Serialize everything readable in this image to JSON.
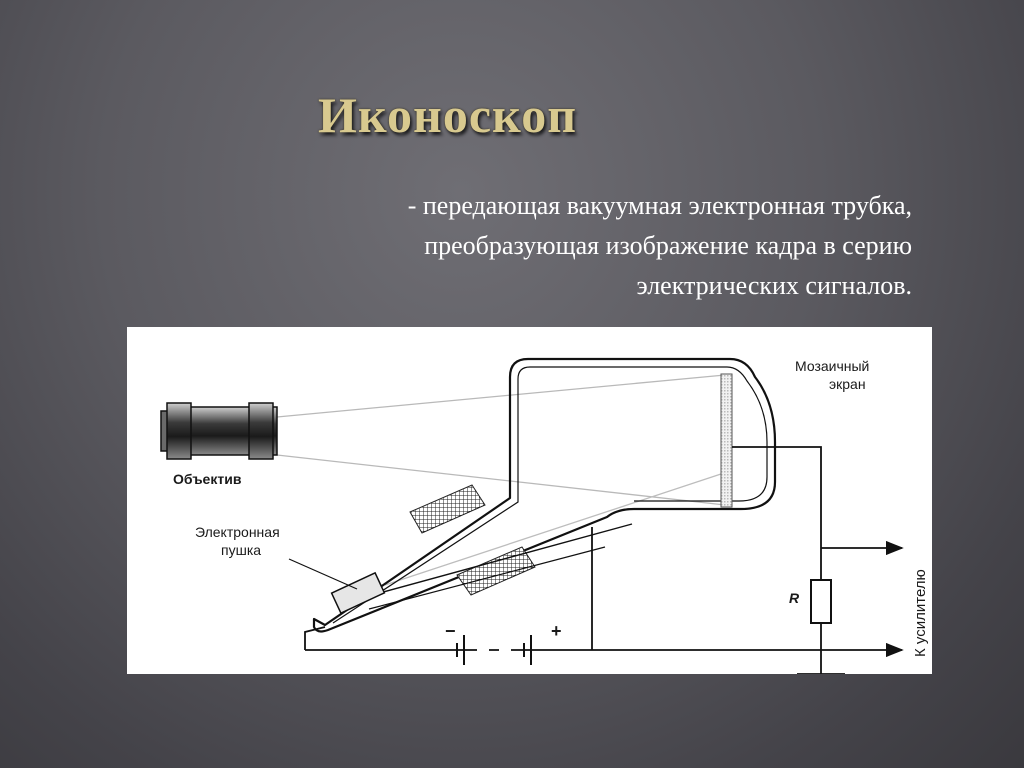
{
  "slide": {
    "title": "Иконоскоп",
    "description_lines": [
      "- передающая вакуумная электронная трубка,",
      "преобразующая изображение кадра в серию",
      "электрических сигналов."
    ]
  },
  "diagram": {
    "labels": {
      "lens": "Объектив",
      "mosaic_line1": "Мозаичный",
      "mosaic_line2": "экран",
      "gun_line1": "Электронная",
      "gun_line2": "пушка",
      "resistor": "R",
      "output": "К усилителю",
      "minus": "−",
      "plus": "+"
    }
  }
}
